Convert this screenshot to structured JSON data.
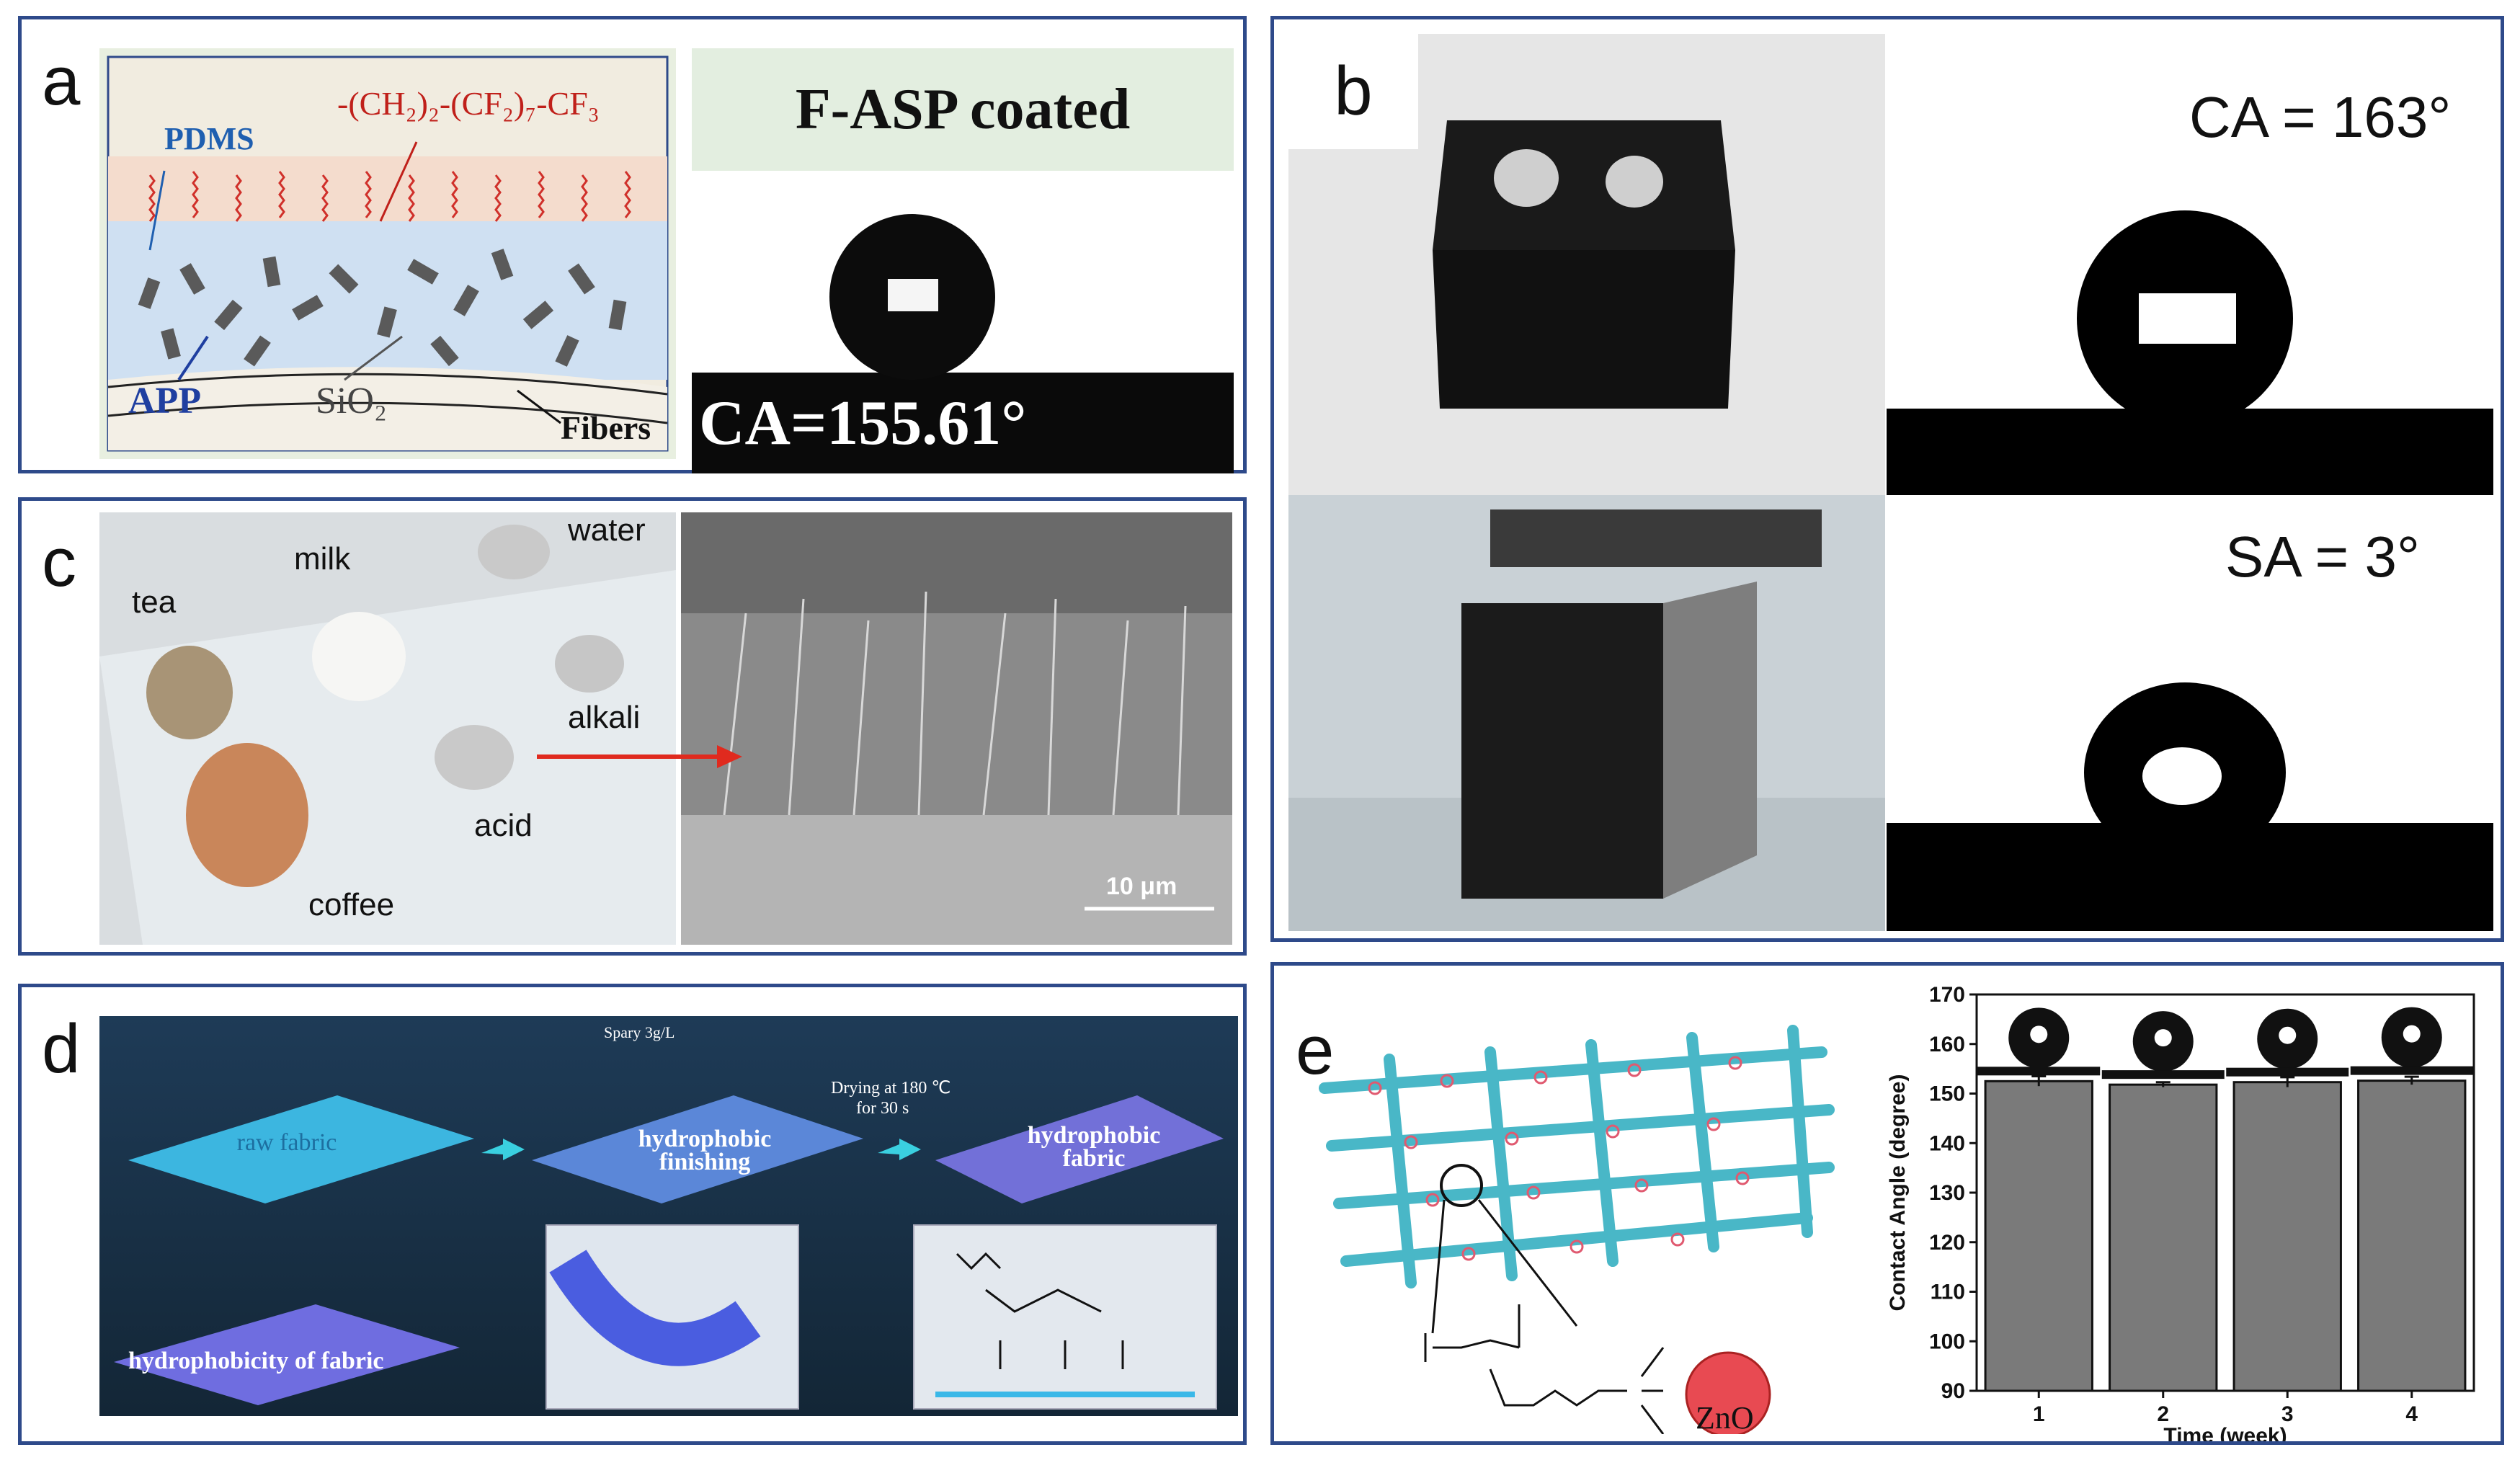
{
  "panels": {
    "a": {
      "label": "a",
      "schematic": {
        "pdms": "PDMS",
        "chain": "-(CH₂)₂-(CF₂)₇-CF₃",
        "app": "APP",
        "sio2": "SiO₂",
        "fibers": "Fibers"
      },
      "title": "F-ASP coated",
      "ca": "CA=155.61°"
    },
    "b": {
      "label": "b",
      "ca": "CA = 163°",
      "sa": "SA = 3°"
    },
    "c": {
      "label": "c",
      "liquids": [
        "tea",
        "milk",
        "water",
        "alkali",
        "acid",
        "coffee"
      ],
      "scale": "10 μm"
    },
    "d": {
      "label": "d",
      "spray": "Spary 3g/L",
      "drying": "Drying at 180 ℃",
      "drying_time": "for 30 s",
      "raw": "raw fabric",
      "finishing": "hydrophobic finishing",
      "hydrophobic": "hydrophobic fabric",
      "hydrophobicity": "hydrophobicity of fabric"
    },
    "e": {
      "label": "e",
      "zno": "ZnO"
    }
  },
  "chart_data": {
    "type": "bar",
    "categories": [
      "1",
      "2",
      "3",
      "4"
    ],
    "values": [
      152.5,
      151.8,
      152.3,
      152.6
    ],
    "errors": [
      1.0,
      0.5,
      1.0,
      0.8
    ],
    "xlabel": "Time (week)",
    "ylabel": "Contact Angle (degree)",
    "ylim": [
      90,
      170
    ],
    "yticks": [
      90,
      100,
      110,
      120,
      130,
      140,
      150,
      160,
      170
    ]
  }
}
